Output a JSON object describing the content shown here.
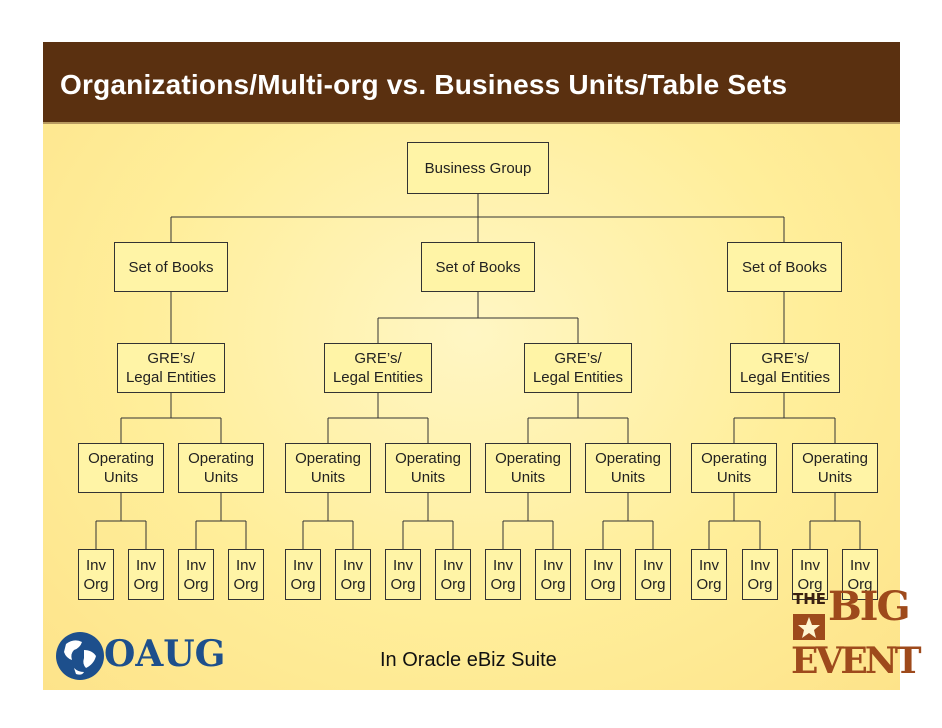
{
  "title": "Organizations/Multi-org vs. Business Units/Table Sets",
  "footer_caption": "In Oracle eBiz Suite",
  "logos": {
    "oaug_text": "OAUG",
    "event_the": "THE",
    "event_big": "BIG",
    "event_event": "EVENT"
  },
  "colors": {
    "title_bar": "#5a3010",
    "node_fill": "#fff4a6",
    "background": "#ffee9a"
  },
  "diagram": {
    "root": "Business Group",
    "set_of_books": [
      "Set of Books",
      "Set of Books",
      "Set of Books"
    ],
    "gres": [
      "GRE’s/\nLegal Entities",
      "GRE’s/\nLegal Entities",
      "GRE’s/\nLegal Entities",
      "GRE’s/\nLegal Entities"
    ],
    "operating_units": [
      "Operating\nUnits",
      "Operating\nUnits",
      "Operating\nUnits",
      "Operating\nUnits",
      "Operating\nUnits",
      "Operating\nUnits",
      "Operating\nUnits",
      "Operating\nUnits"
    ],
    "inv_orgs": [
      "Inv\nOrg",
      "Inv\nOrg",
      "Inv\nOrg",
      "Inv\nOrg",
      "Inv\nOrg",
      "Inv\nOrg",
      "Inv\nOrg",
      "Inv\nOrg",
      "Inv\nOrg",
      "Inv\nOrg",
      "Inv\nOrg",
      "Inv\nOrg",
      "Inv\nOrg",
      "Inv\nOrg",
      "Inv\nOrg",
      "Inv\nOrg"
    ]
  }
}
